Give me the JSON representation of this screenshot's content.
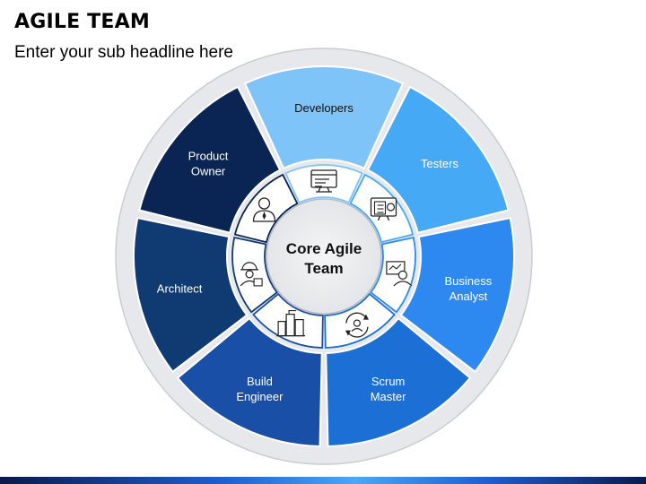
{
  "header": {
    "title": "AGILE TEAM",
    "subtitle": "Enter your sub headline here"
  },
  "center": {
    "line1": "Core Agile",
    "line2": "Team"
  },
  "segments": [
    {
      "id": "developers",
      "lines": [
        "Developers"
      ],
      "color": "#7fc4f8",
      "text_color": "#111111",
      "icon": "code-window-icon"
    },
    {
      "id": "testers",
      "lines": [
        "Testers"
      ],
      "color": "#45a9f5",
      "text_color": "#ffffff",
      "icon": "test-checklist-icon"
    },
    {
      "id": "business-analyst",
      "lines": [
        "Business",
        "Analyst"
      ],
      "color": "#2d89ef",
      "text_color": "#ffffff",
      "icon": "analyst-presenter-icon"
    },
    {
      "id": "scrum-master",
      "lines": [
        "Scrum",
        "Master"
      ],
      "color": "#1c6fd4",
      "text_color": "#ffffff",
      "icon": "cycle-person-icon"
    },
    {
      "id": "build-engineer",
      "lines": [
        "Build",
        "Engineer"
      ],
      "color": "#1a4fa8",
      "text_color": "#ffffff",
      "icon": "city-build-icon"
    },
    {
      "id": "architect",
      "lines": [
        "Architect"
      ],
      "color": "#0f3a72",
      "text_color": "#ffffff",
      "icon": "architect-helmet-icon"
    },
    {
      "id": "product-owner",
      "lines": [
        "Product",
        "Owner"
      ],
      "color": "#0a2554",
      "text_color": "#ffffff",
      "icon": "businessman-icon"
    }
  ]
}
